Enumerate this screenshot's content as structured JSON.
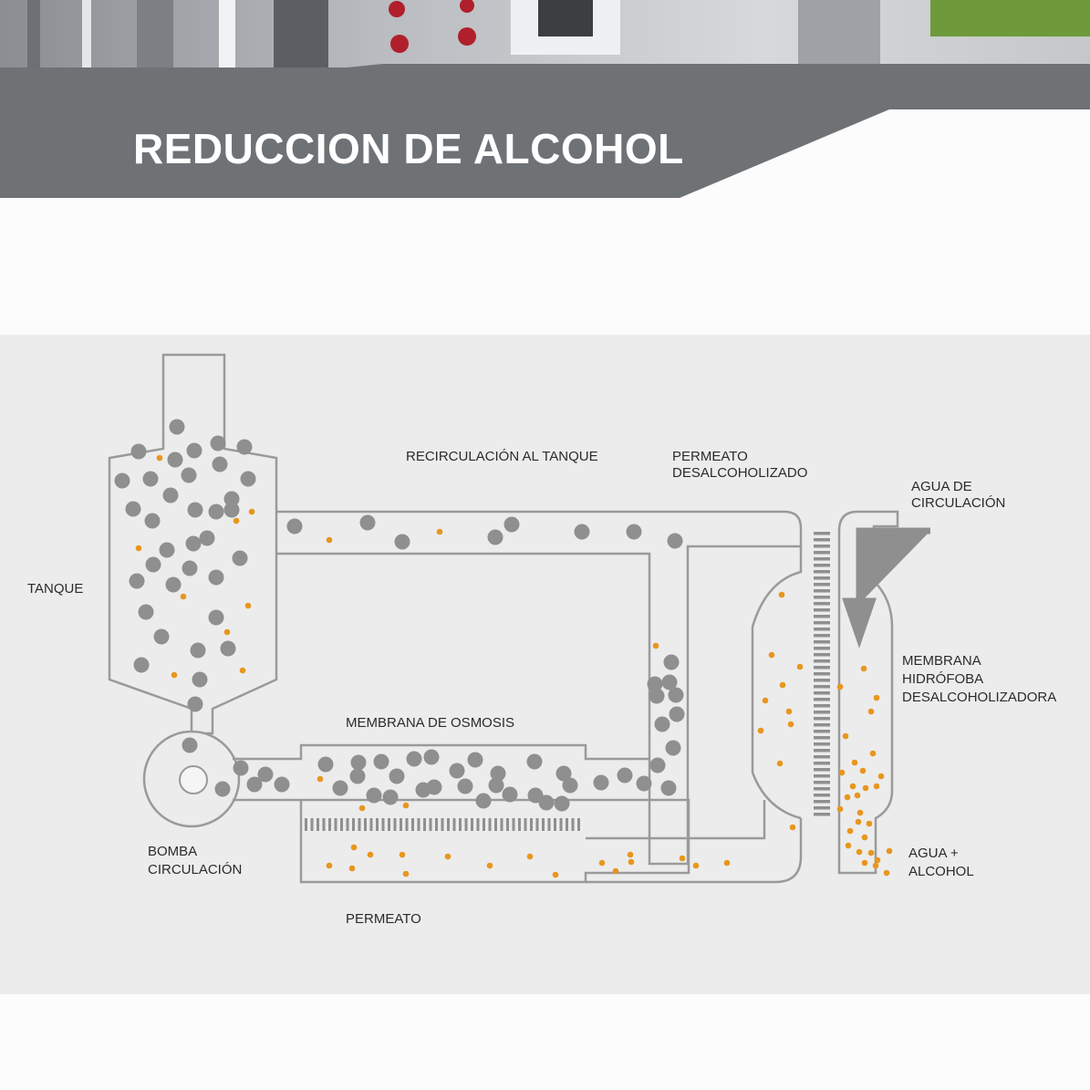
{
  "banner": {
    "title": "REDUCCION DE ALCOHOL"
  },
  "diagram": {
    "labels": {
      "tank": "TANQUE",
      "recirculation": "RECIRCULACIÓN AL TANQUE",
      "permeate_dealc": [
        "PERMEATO",
        "DESALCOHOLIZADO"
      ],
      "circulation_water": [
        "AGUA DE",
        "CIRCULACIÓN"
      ],
      "hydrophobic_membrane": [
        "MEMBRANA",
        "HIDRÓFOBA",
        "DESALCOHOLIZADORA"
      ],
      "osmosis_membrane": "MEMBRANA DE OSMOSIS",
      "pump": [
        "BOMBA",
        "CIRCULACIÓN"
      ],
      "permeate": "PERMEATO",
      "water_alcohol": [
        "AGUA +",
        "ALCOHOL"
      ]
    },
    "colors": {
      "background": "#ececec",
      "outline": "#9a9a9a",
      "large_particle": "#8f8f8f",
      "small_particle": "#e8961e",
      "banner": "#6e7275"
    }
  }
}
